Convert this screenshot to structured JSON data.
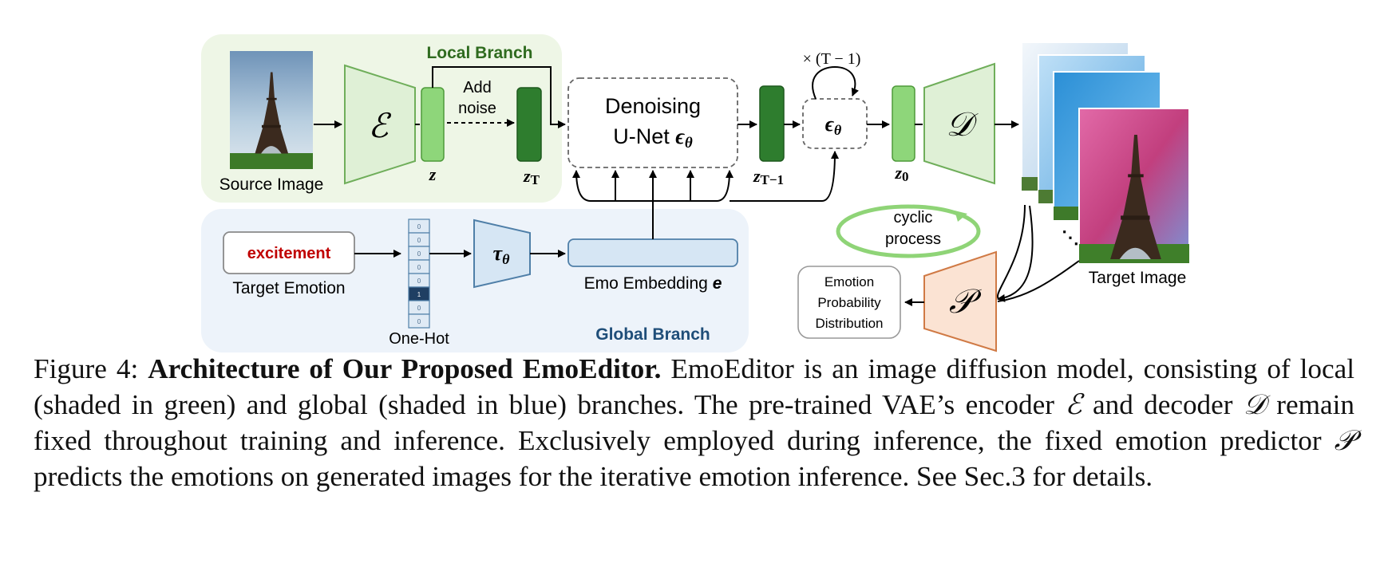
{
  "figure": {
    "local_branch_title": "Local Branch",
    "global_branch_title": "Global Branch",
    "source_image_label": "Source Image",
    "encoder_symbol": "ℰ",
    "z_label": "z",
    "add_noise_line1": "Add",
    "add_noise_line2": "noise",
    "zT_label": "z",
    "zT_sub": "T",
    "unet_line1": "Denoising",
    "unet_line2": "U-Net",
    "unet_eps": "ϵ",
    "unet_eps_sub": "θ",
    "zT1_label": "z",
    "zT1_sub": "T−1",
    "loop_label": "× (T − 1)",
    "eps_label": "ϵ",
    "eps_sub": "θ",
    "z0_label": "z",
    "z0_sub": "0",
    "decoder_symbol": "𝒟",
    "target_image_label": "Target Image",
    "cyclic_line1": "cyclic",
    "cyclic_line2": "process",
    "predictor_symbol": "𝒫",
    "emo_prob_line1": "Emotion",
    "emo_prob_line2": "Probability",
    "emo_prob_line3": "Distribution",
    "emotion_word": "excitement",
    "target_emotion_label": "Target Emotion",
    "onehot_label": "One-Hot",
    "onehot_cells": [
      "0",
      "0",
      "0",
      "0",
      "0",
      "1",
      "0",
      "0"
    ],
    "tau_label": "τ",
    "tau_sub": "θ",
    "emo_embedding_label": "Emo Embedding",
    "emo_embedding_var": "e",
    "colors": {
      "local_bg": "#eef6e6",
      "global_bg": "#edf3fa",
      "encoder_fill": "#dff0d6",
      "encoder_stroke": "#6fae5a",
      "latent_light": "#8ed67a",
      "latent_dark": "#2e7d2e",
      "tau_fill": "#d6e6f4",
      "tau_stroke": "#4f7fa8",
      "predictor_fill": "#fbe3d3",
      "predictor_stroke": "#d07a45",
      "emotion_red": "#c00000",
      "global_title": "#1f4e79",
      "local_title": "#2f6b1f"
    }
  },
  "caption": {
    "figure_label": "Figure 4:",
    "bold_title": "Architecture of Our Proposed EmoEditor.",
    "text1": " EmoEditor is an image diffusion model, consisting of local (shaded in green) and global (shaded in blue) branches. The pre-trained VAE’s encoder ",
    "sym_encoder": "ℰ",
    "text2": " and decoder ",
    "sym_decoder": "𝒟",
    "text3": " remain fixed throughout training and inference. Exclusively employed during inference, the fixed emotion predictor ",
    "sym_predictor": "𝒫",
    "text4": " predicts the emotions on generated images for the iterative emotion inference. See Sec.3 for details."
  }
}
